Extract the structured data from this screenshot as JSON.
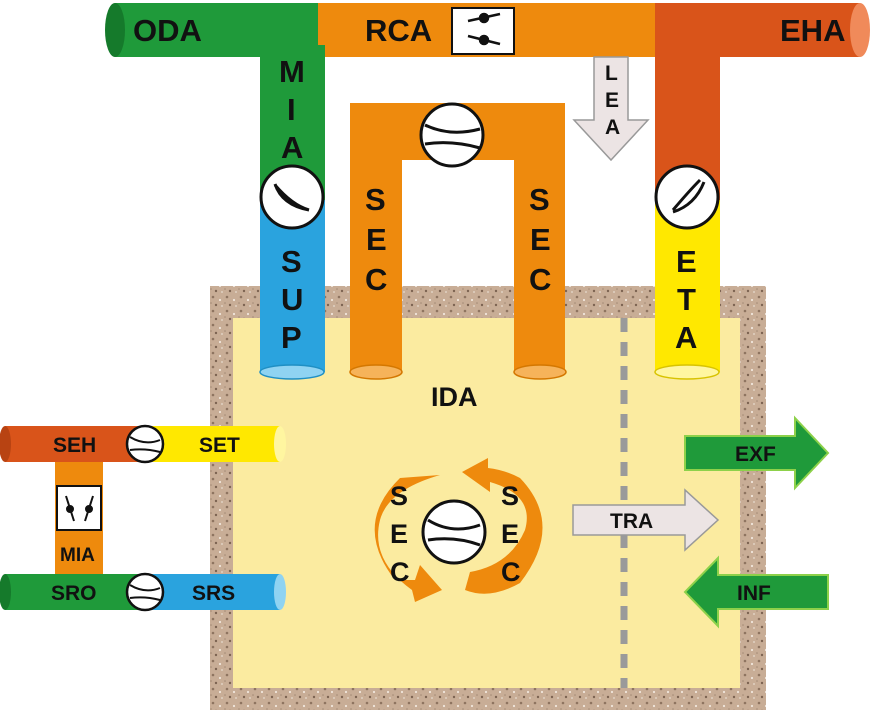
{
  "labels": {
    "oda": "ODA",
    "rca": "RCA",
    "eha": "EHA",
    "lea": [
      "L",
      "E",
      "A"
    ],
    "mia_vertical": [
      "M",
      "I",
      "A"
    ],
    "sup": [
      "S",
      "U",
      "P"
    ],
    "sec_left": [
      "S",
      "E",
      "C"
    ],
    "sec_right": [
      "S",
      "E",
      "C"
    ],
    "eta": [
      "E",
      "T",
      "A"
    ],
    "ida": "IDA",
    "exf": "EXF",
    "tra": "TRA",
    "inf": "INF",
    "seh": "SEH",
    "set": "SET",
    "mia_small": "MIA",
    "sro": "SRO",
    "srs": "SRS",
    "sec_loop_left": [
      "S",
      "E",
      "C"
    ],
    "sec_loop_right": [
      "S",
      "E",
      "C"
    ]
  },
  "colors": {
    "green": "#1f9a3a",
    "orange": "#ee8a0d",
    "red_orange": "#d9541a",
    "blue": "#2aa3de",
    "yellow": "#ffe800",
    "room_fill": "#fbeba0",
    "wall": "#c9b09a",
    "arrow_grey": "#ece4e4"
  }
}
